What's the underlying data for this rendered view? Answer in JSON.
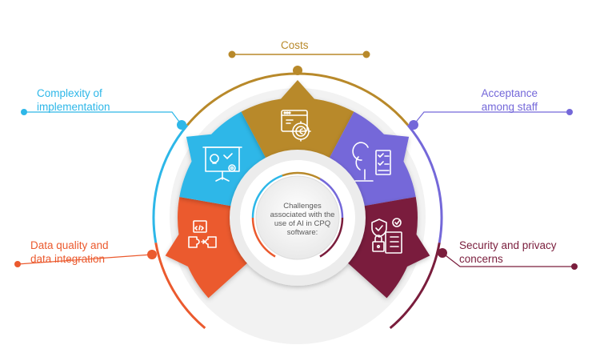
{
  "center": {
    "text": "Challenges\nassociated with the\nuse of AI in CPQ\nsoftware:"
  },
  "segments": [
    {
      "key": "data_quality",
      "label": "Data quality and\ndata integration",
      "color": "#EB5A2E",
      "icon": "puzzle-code-icon"
    },
    {
      "key": "complexity",
      "label": "Complexity of\nimplementation",
      "color": "#2DB7E8",
      "icon": "presentation-idea-icon"
    },
    {
      "key": "costs",
      "label": "Costs",
      "color": "#B8892A",
      "icon": "browser-gear-coin-icon"
    },
    {
      "key": "acceptance",
      "label": "Acceptance\namong staff",
      "color": "#7468D9",
      "icon": "person-checklist-icon"
    },
    {
      "key": "security",
      "label": "Security and privacy\nconcerns",
      "color": "#7A1D3C",
      "icon": "security-shield-lock-icon"
    }
  ]
}
